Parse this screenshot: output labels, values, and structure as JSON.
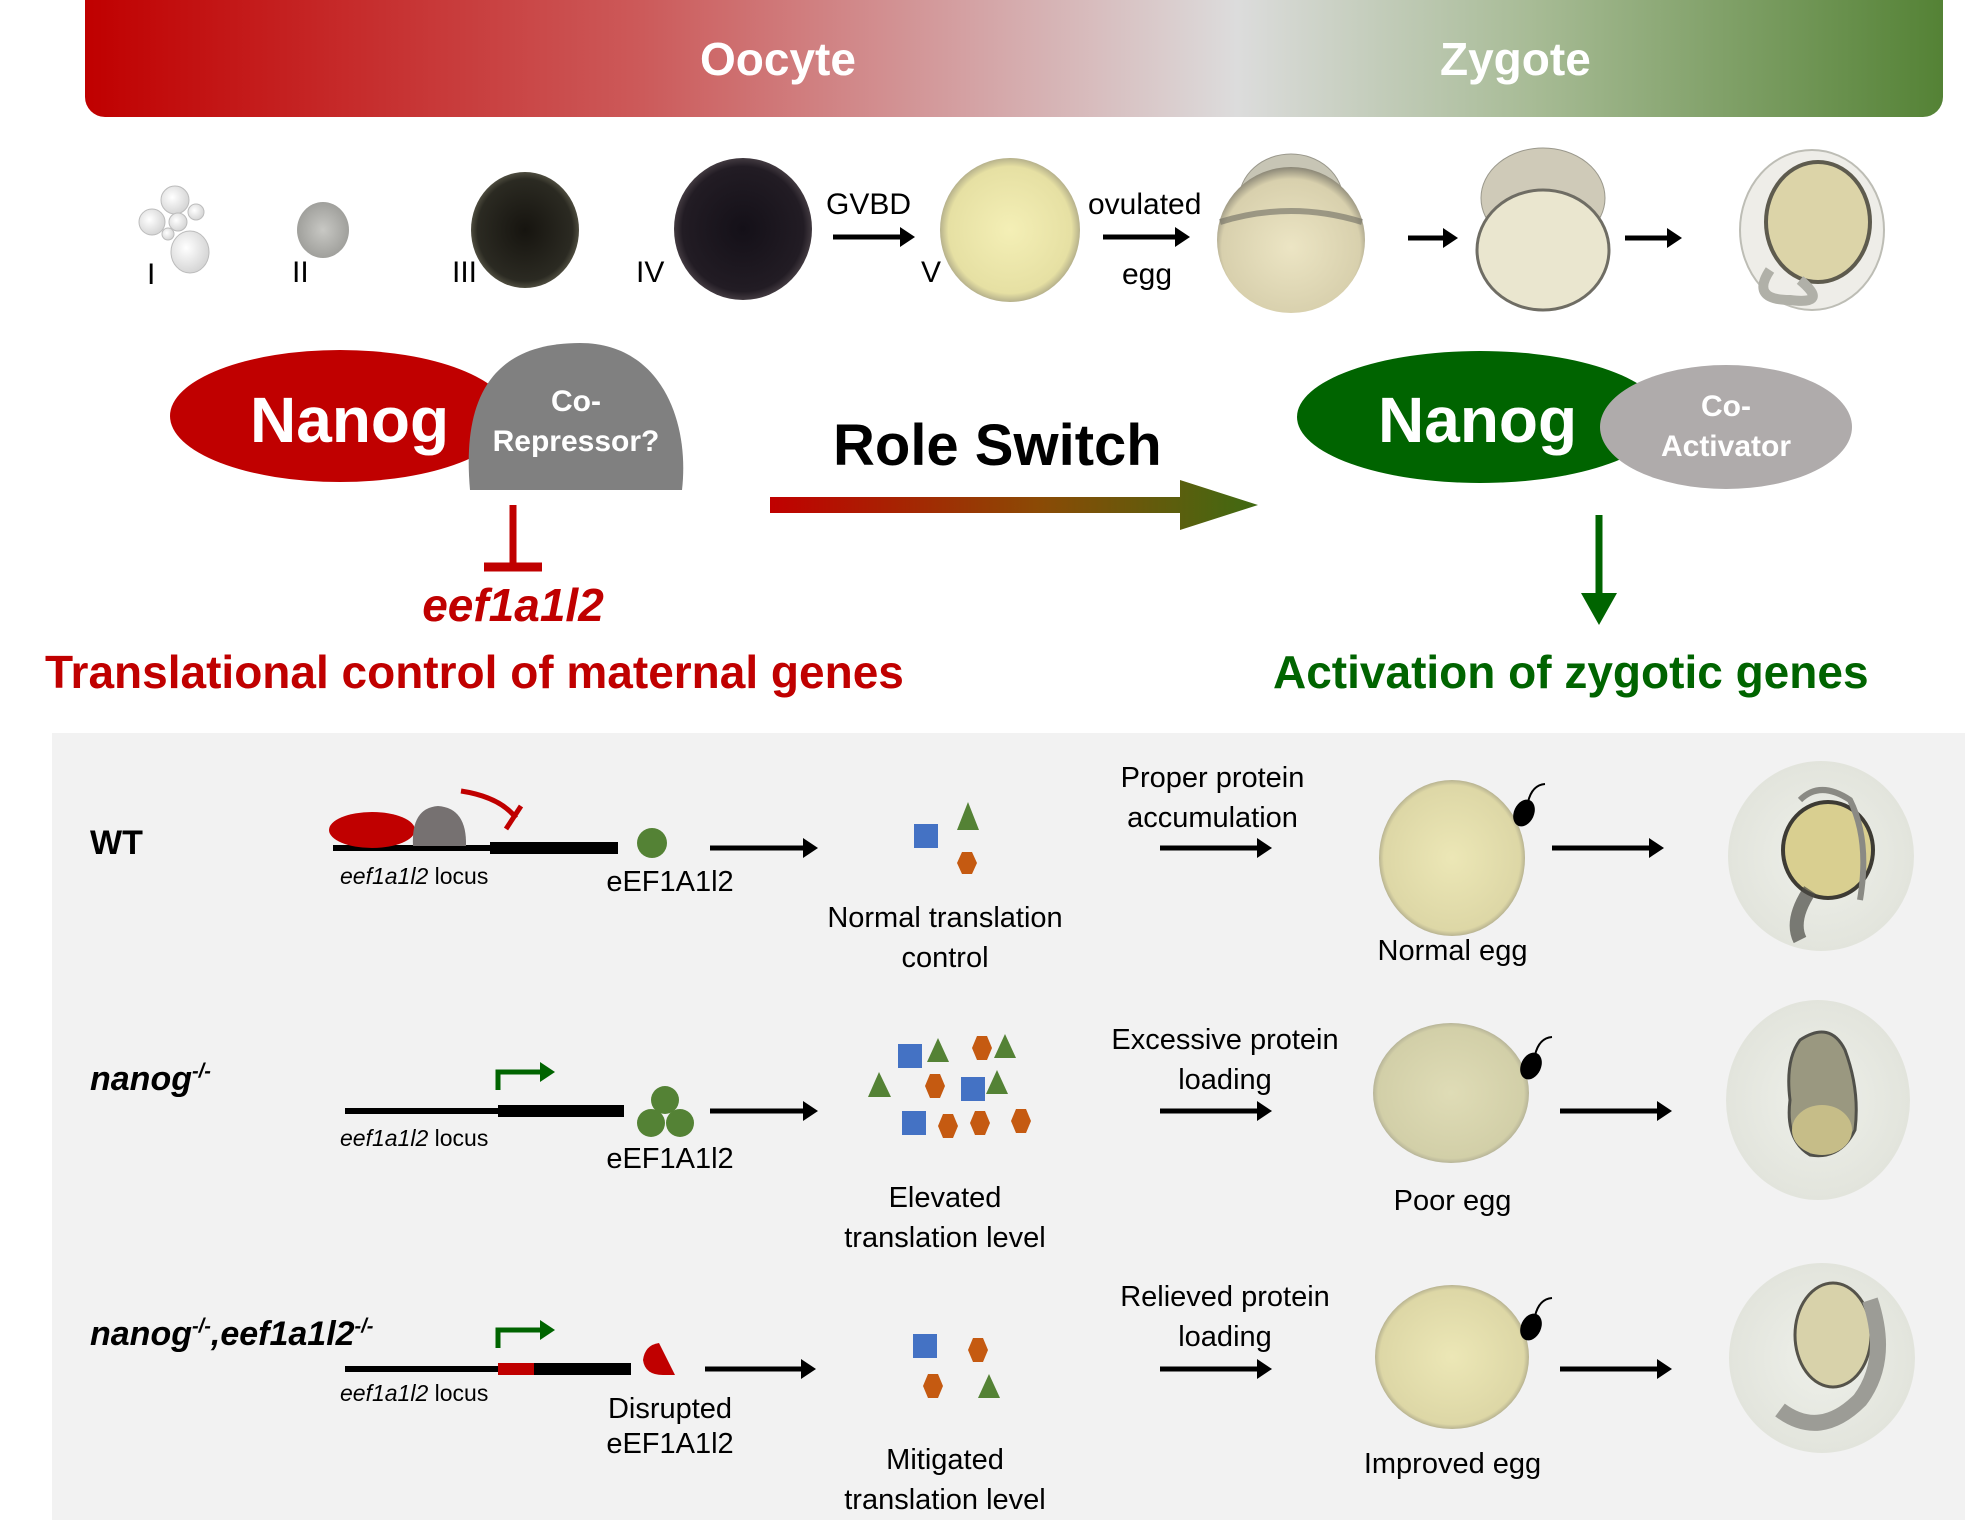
{
  "banner": {
    "left_label": "Oocyte",
    "right_label": "Zygote",
    "gradient_colors": [
      "#c00000",
      "#dcdcdc",
      "#548235"
    ]
  },
  "stages": {
    "labels": [
      "I",
      "II",
      "III",
      "IV",
      "V"
    ],
    "gvbd_label": "GVBD",
    "ovulated_label_line1": "ovulated",
    "ovulated_label_line2": "egg"
  },
  "maternal": {
    "protein_label": "Nanog",
    "cofactor_label_line1": "Co-",
    "cofactor_label_line2": "Repressor?",
    "target_gene": "eef1a1l2",
    "caption": "Translational control of maternal genes",
    "color": "#c00000"
  },
  "transition": {
    "label": "Role Switch"
  },
  "zygotic": {
    "protein_label": "Nanog",
    "cofactor_label_line1": "Co-",
    "cofactor_label_line2": "Activator",
    "caption": "Activation of zygotic genes",
    "color": "#006400"
  },
  "genotypes": [
    {
      "label_main": "WT",
      "label_sup": "",
      "label_main2": "",
      "label_sup2": "",
      "locus_label_italic": "eef1a1l2",
      "locus_label_rest": " locus",
      "product_line1": "eEF1A1l2",
      "product_line2": "",
      "translation_line1": "Normal translation",
      "translation_line2": "control",
      "protein_line1": "Proper protein",
      "protein_line2": "accumulation",
      "egg_label": "Normal egg"
    },
    {
      "label_main": "nanog",
      "label_sup": "-/-",
      "label_main2": "",
      "label_sup2": "",
      "locus_label_italic": "eef1a1l2",
      "locus_label_rest": " locus",
      "product_line1": "eEF1A1l2",
      "product_line2": "",
      "translation_line1": "Elevated",
      "translation_line2": "translation level",
      "protein_line1": "Excessive protein",
      "protein_line2": "loading",
      "egg_label": "Poor egg"
    },
    {
      "label_main": "nanog",
      "label_sup": "-/-",
      "label_main2": ",eef1a1l2",
      "label_sup2": "-/-",
      "locus_label_italic": "eef1a1l2",
      "locus_label_rest": " locus",
      "product_line1": "Disrupted",
      "product_line2": "eEF1A1l2",
      "translation_line1": "Mitigated",
      "translation_line2": "translation level",
      "protein_line1": "Relieved protein",
      "protein_line2": "loading",
      "egg_label": "Improved egg"
    }
  ],
  "colors": {
    "repressor_red": "#c00000",
    "activator_green": "#006400",
    "corepressor_gray": "#808080",
    "coactivator_gray": "#afabab",
    "square_blue": "#4472c4",
    "triangle_green": "#548235",
    "hexagon_orange": "#c55a11",
    "panel_bg": "#f2f2f2"
  }
}
